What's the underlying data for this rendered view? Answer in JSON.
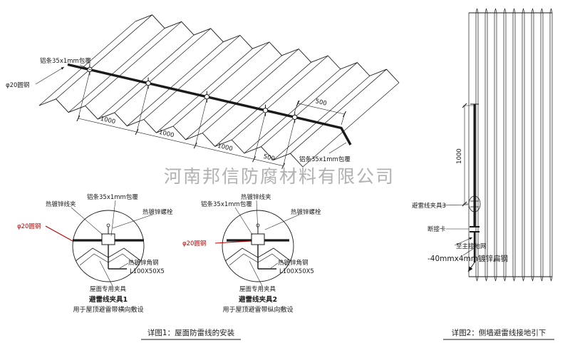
{
  "watermark": "河南邦信防腐材料有限公司",
  "roof_plan": {
    "strip_label_top": "铝条35x1mm包覆",
    "rod_label": "φ20圆钢",
    "strip_label_right": "铝条35x1mm包覆",
    "dims": [
      "1000",
      "1000",
      "1000",
      "500",
      "500"
    ]
  },
  "detail1": {
    "labels": {
      "clamp": "热镀锌线夹",
      "strip": "铝条35x1mm包覆",
      "bolt": "热镀锌螺栓",
      "rod": "φ20圆钢",
      "angle1": "热镀锌角钢",
      "angle2": "L100X50X5",
      "fixture": "屋面专用夹具"
    },
    "title": "避雷线夹具1",
    "subtitle": "用于屋顶避雷带横向敷设"
  },
  "detail2": {
    "labels": {
      "strip": "铝条35x1mm包覆",
      "clamp": "热镀锌线夹",
      "bolt": "热镀锌螺栓",
      "rod": "φ20圆钢",
      "angle1": "热镀锌角钢",
      "angle2": "L100X50X5",
      "fixture": "屋面专用夹具"
    },
    "title": "避雷线夹具2",
    "subtitle": "用于屋顶避雷带纵向敷设"
  },
  "wall_detail": {
    "dim": "1000",
    "clamp3": "避雷线夹具3",
    "disconnect": "断接卡",
    "to_ground": "至主接地网",
    "flat_steel": "-40mmx4mm镀锌扁钢"
  },
  "captions": {
    "c1": "详图1：屋面防雷线的安装",
    "c2": "详图2：侧墙避雷线接地引下"
  },
  "colors": {
    "line": "#1a1a1a",
    "red": "#c00000",
    "watermark": "#9e9e9e"
  }
}
